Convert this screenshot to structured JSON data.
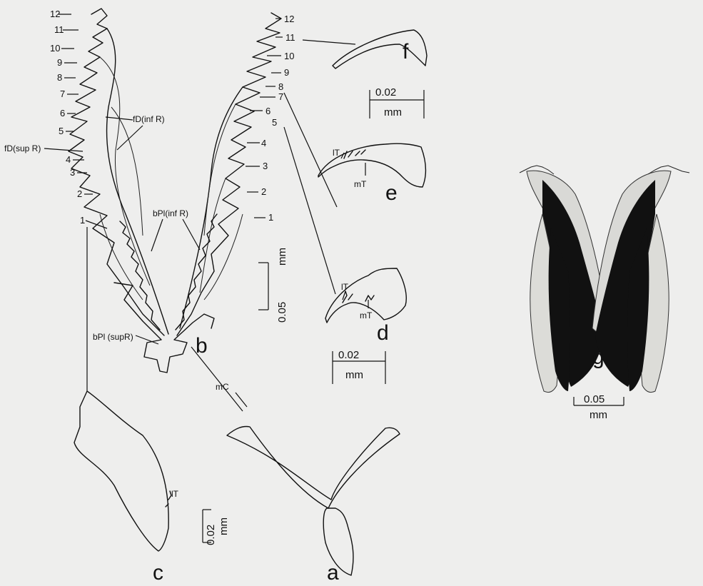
{
  "labels": {
    "panel_a": "a",
    "panel_b": "b",
    "panel_c": "c",
    "panel_d": "d",
    "panel_e": "e",
    "panel_f": "f",
    "panel_g": "g",
    "left_numbers": [
      "12",
      "11",
      "10",
      "9",
      "8",
      "7",
      "6",
      "5",
      "4",
      "3",
      "2",
      "1"
    ],
    "right_numbers": [
      "12",
      "11",
      "10",
      "9",
      "8",
      "7",
      "6",
      "5",
      "4",
      "3",
      "2",
      "1"
    ],
    "fd_inf": "fD(inf R)",
    "fd_sup": "fD(sup R)",
    "bpl_inf": "bPl(inf R)",
    "bpl_sup": "bPl (supR)",
    "mc": "mC",
    "lt": "lT",
    "mt": "mT"
  },
  "scale_bars": {
    "b": {
      "value": "0.05",
      "unit": "mm"
    },
    "c": {
      "value": "0.02",
      "unit": "mm"
    },
    "de": {
      "value": "0.02",
      "unit": "mm"
    },
    "f": {
      "value": "0.02",
      "unit": "mm"
    },
    "g": {
      "value": "0.05",
      "unit": "mm"
    }
  }
}
